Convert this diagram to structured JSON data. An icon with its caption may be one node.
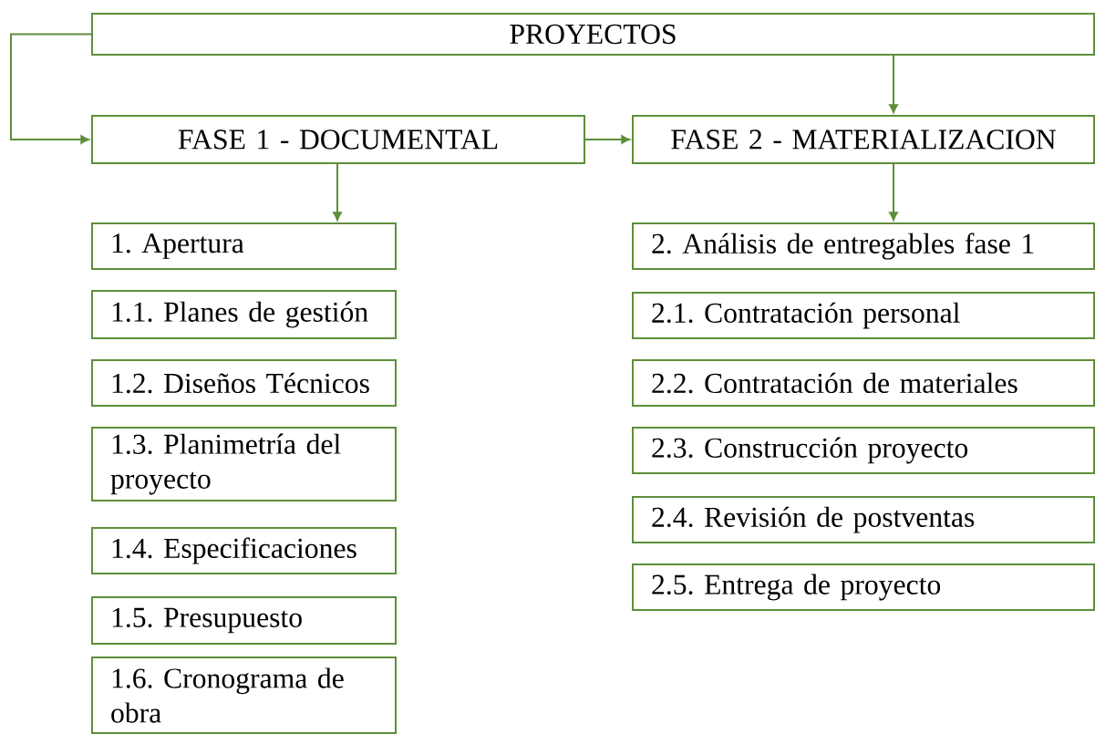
{
  "diagram": {
    "nodes": [
      {
        "text": [
          "PROYECTOS"
        ]
      },
      {
        "text": [
          "FASE 1 - DOCUMENTAL"
        ]
      },
      {
        "text": [
          "FASE 2 - MATERIALIZACION"
        ]
      },
      {
        "text": [
          "1. Apertura"
        ]
      },
      {
        "text": [
          "1.1. Planes de gestión"
        ]
      },
      {
        "text": [
          "1.2. Diseños Técnicos"
        ]
      },
      {
        "text": [
          "1.3. Planimetría del proyecto"
        ]
      },
      {
        "text": [
          "1.4. Especificaciones"
        ]
      },
      {
        "text": [
          "1.5. Presupuesto"
        ]
      },
      {
        "text": [
          "1.6. Cronograma de obra"
        ]
      },
      {
        "text": [
          "2. Análisis de entregables fase 1"
        ]
      },
      {
        "text": [
          "2.1. Contratación personal"
        ]
      },
      {
        "text": [
          "2.2. Contratación de materiales"
        ]
      },
      {
        "text": [
          "2.3. Construcción proyecto"
        ]
      },
      {
        "text": [
          "2.4. Revisión de postventas"
        ]
      },
      {
        "text": [
          "2.5. Entrega de proyecto"
        ]
      }
    ],
    "edges": [
      {
        "from": 0,
        "to": 1,
        "arrow": "to"
      },
      {
        "from": 0,
        "to": 2,
        "arrow": "to"
      },
      {
        "from": 1,
        "to": 2,
        "arrow": "to"
      },
      {
        "from": 1,
        "to": 3,
        "arrow": "to"
      },
      {
        "from": 2,
        "to": 10,
        "arrow": "to"
      }
    ]
  }
}
